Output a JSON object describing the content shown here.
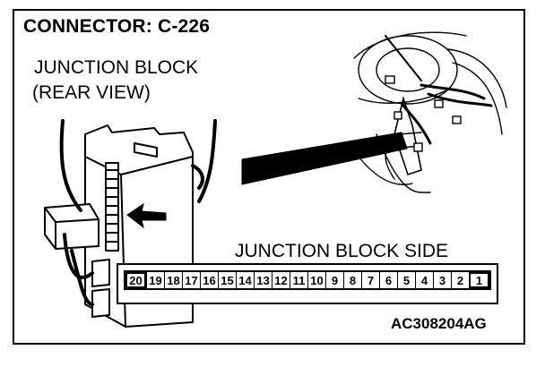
{
  "diagram": {
    "title": "CONNECTOR: C-226",
    "block_label_line1": "JUNCTION BLOCK",
    "block_label_line2": "(REAR VIEW)",
    "side_label": "JUNCTION BLOCK SIDE",
    "figure_code": "AC308204AG",
    "pins": [
      "20",
      "19",
      "18",
      "17",
      "16",
      "15",
      "14",
      "13",
      "12",
      "11",
      "10",
      "9",
      "8",
      "7",
      "6",
      "5",
      "4",
      "3",
      "2",
      "1"
    ]
  }
}
